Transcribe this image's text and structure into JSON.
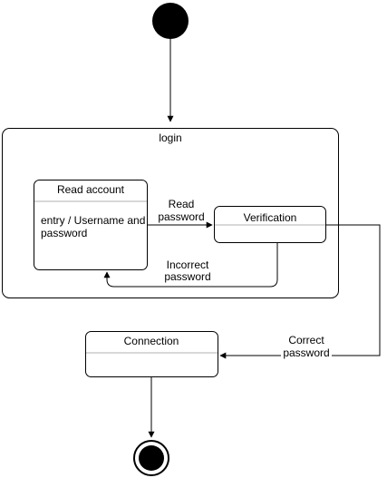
{
  "composite": {
    "name": "login"
  },
  "states": {
    "read_account": {
      "title": "Read account",
      "body_line1": "entry / Username and",
      "body_line2": "password"
    },
    "verification": {
      "title": "Verification"
    },
    "connection": {
      "title": "Connection"
    }
  },
  "transitions": {
    "read_password": {
      "line1": "Read",
      "line2": "password"
    },
    "incorrect_password": {
      "line1": "Incorrect",
      "line2": "password"
    },
    "correct_password": {
      "line1": "Correct",
      "line2": "password"
    }
  },
  "colors": {
    "stroke": "#000000",
    "fill": "#ffffff"
  }
}
